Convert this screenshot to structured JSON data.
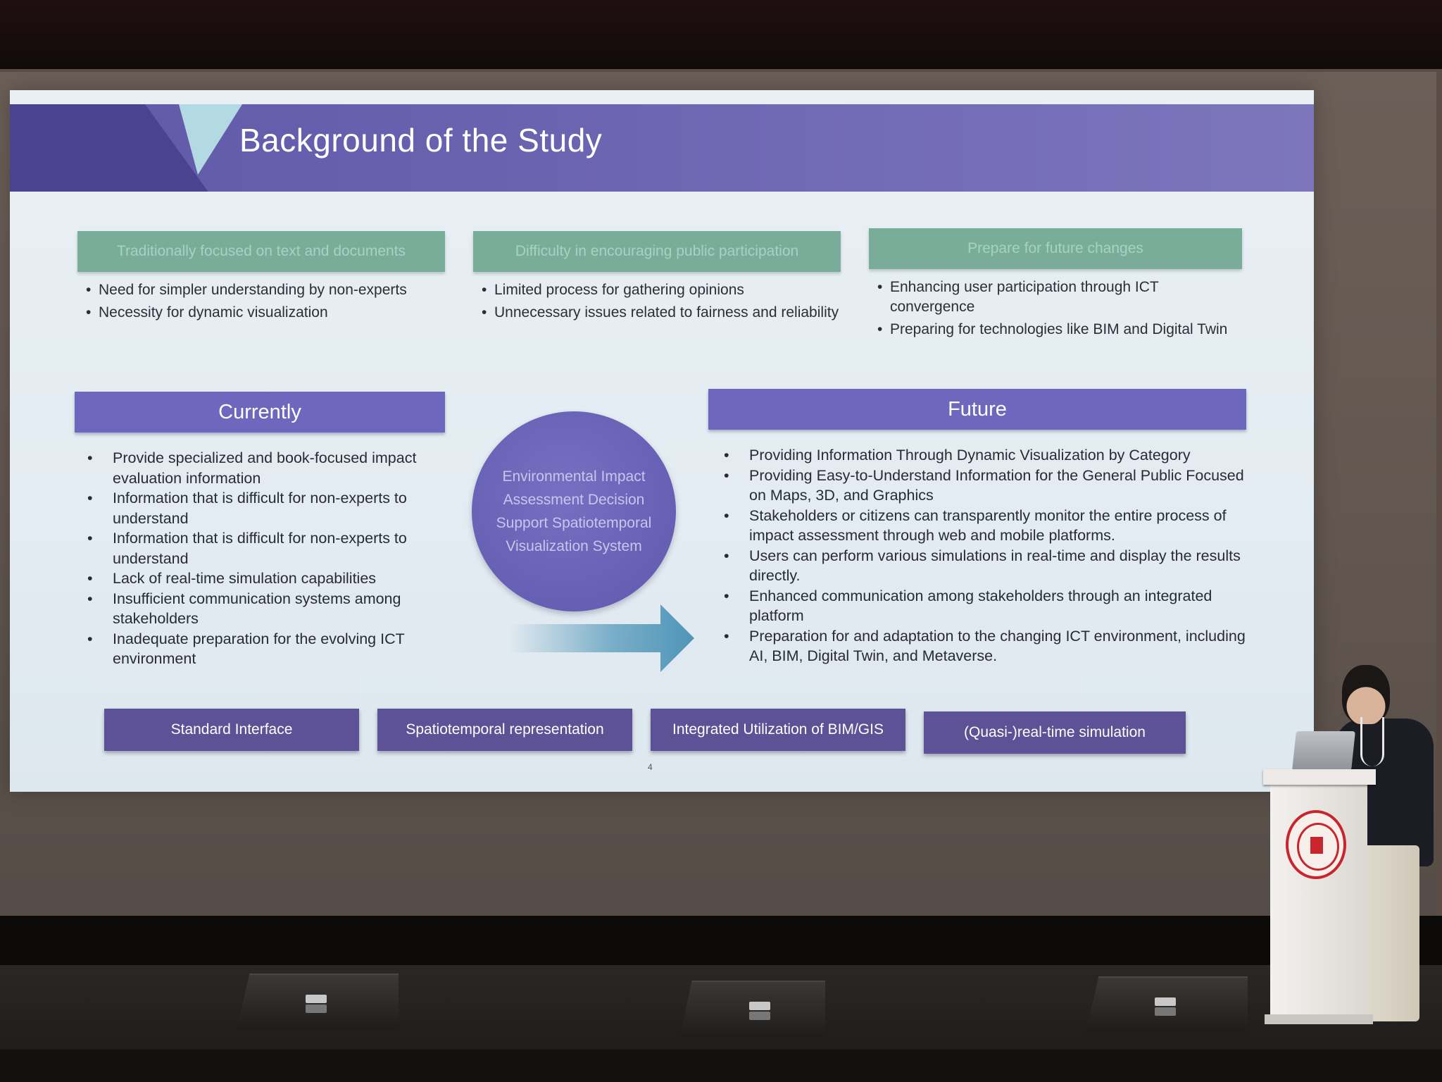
{
  "slide": {
    "title": "Background of the Study",
    "page_number": "4",
    "top_boxes": [
      {
        "heading": "Traditionally focused on text and documents",
        "bullets": [
          "Need for simpler understanding by non-experts",
          "Necessity for dynamic visualization"
        ]
      },
      {
        "heading": "Difficulty in encouraging public participation",
        "bullets": [
          "Limited process for gathering opinions",
          "Unnecessary issues related to fairness and reliability"
        ]
      },
      {
        "heading": "Prepare for future changes",
        "bullets": [
          "Enhancing user participation through ICT convergence",
          "Preparing for technologies like BIM and Digital Twin"
        ]
      }
    ],
    "currently": {
      "heading": "Currently",
      "bullets": [
        "Provide specialized and book-focused impact evaluation information",
        "Information that is difficult for non-experts to understand",
        "Information that is difficult for non-experts to understand",
        "Lack of real-time simulation capabilities",
        "Insufficient communication systems among stakeholders",
        "Inadequate preparation for the evolving ICT environment"
      ]
    },
    "center_circle": "Environmental Impact Assessment Decision Support Spatiotemporal Visualization System",
    "future": {
      "heading": "Future",
      "bullets": [
        "Providing Information Through Dynamic Visualization by Category",
        "Providing Easy-to-Understand Information for the General Public Focused on Maps, 3D, and Graphics",
        "Stakeholders or citizens can transparently monitor the entire process of impact assessment through web and mobile platforms.",
        "Users can perform various simulations in real-time and display the results directly.",
        "Enhanced communication among stakeholders through an integrated platform",
        "Preparation for and adaptation to the changing ICT environment, including AI, BIM, Digital Twin, and Metaverse."
      ]
    },
    "bottom_boxes": [
      "Standard Interface",
      "Spatiotemporal representation",
      "Integrated Utilization of BIM/GIS",
      "(Quasi-)real-time simulation"
    ]
  },
  "colors": {
    "header_purple": "#6a63b0",
    "section_purple": "#6d67bd",
    "box_green": "#79ad9a",
    "bottom_box_purple": "#5d5296",
    "arrow_blue": "#4f95b8"
  }
}
